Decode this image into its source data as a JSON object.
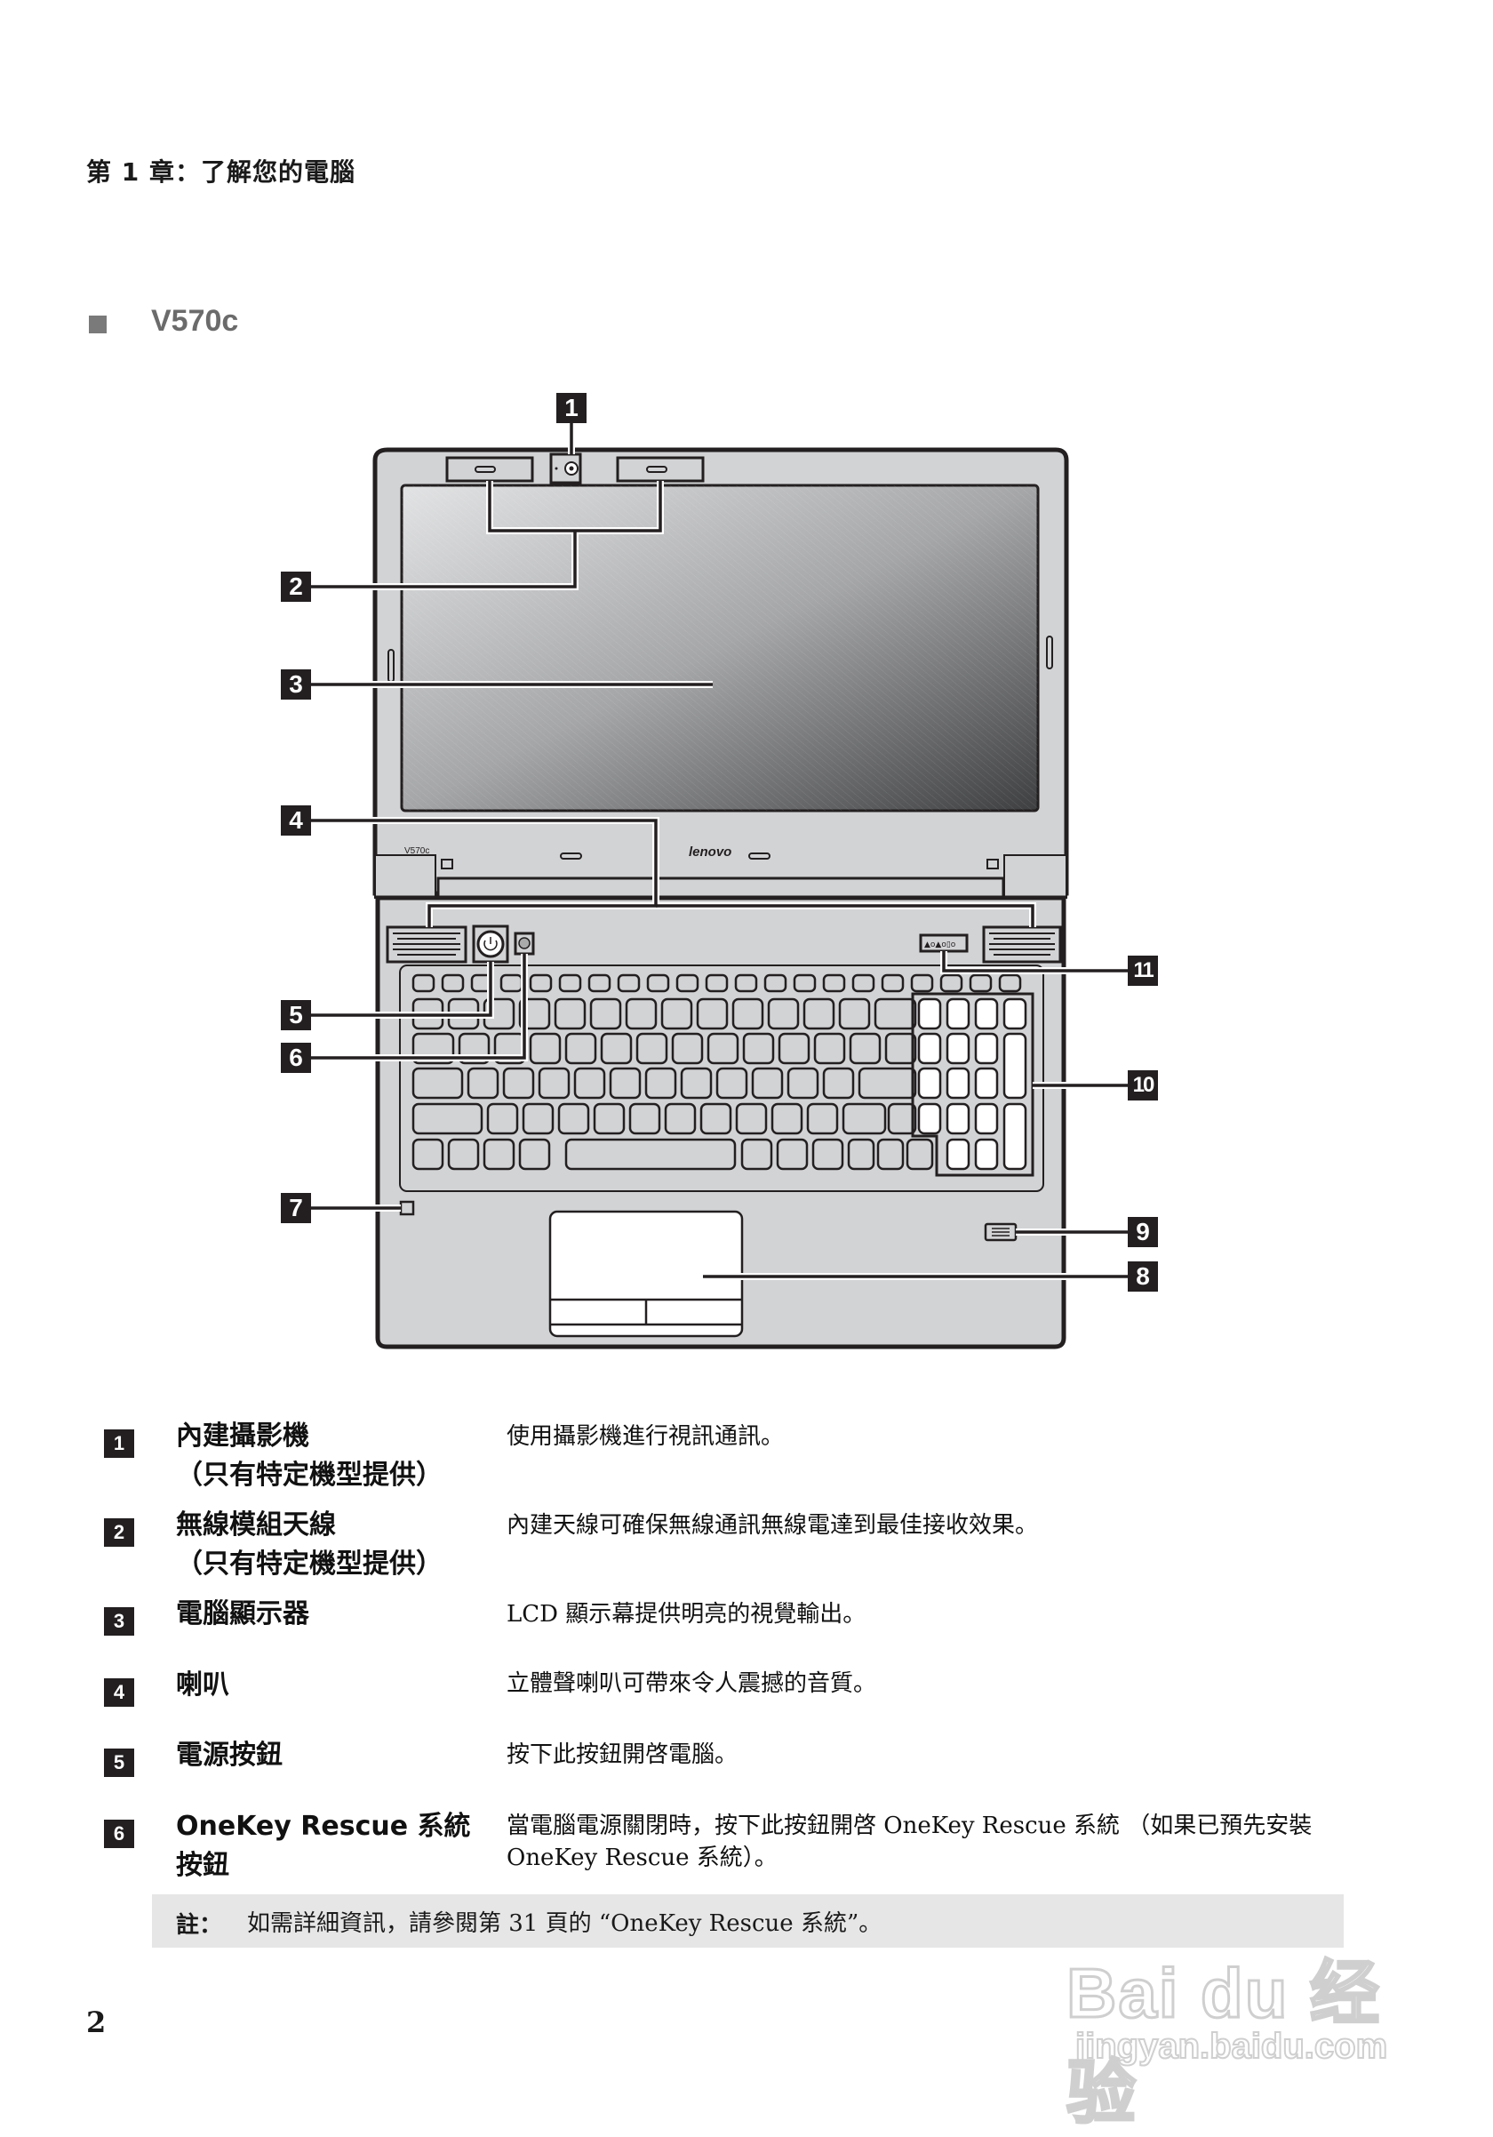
{
  "header": {
    "chapter_title": "第 1 章：了解您的電腦"
  },
  "section": {
    "model": "V570c"
  },
  "diagram": {
    "screen_model_label": "V570c",
    "brand_logo": "lenovo",
    "callouts": [
      {
        "num": "1",
        "target": "integrated-camera"
      },
      {
        "num": "2",
        "target": "wireless-antennas"
      },
      {
        "num": "3",
        "target": "display"
      },
      {
        "num": "4",
        "target": "speakers"
      },
      {
        "num": "5",
        "target": "power-button"
      },
      {
        "num": "6",
        "target": "onekey-rescue-button"
      },
      {
        "num": "7",
        "target": "system-status-indicator"
      },
      {
        "num": "8",
        "target": "touchpad"
      },
      {
        "num": "9",
        "target": "fingerprint-reader"
      },
      {
        "num": "10",
        "target": "numeric-keypad"
      },
      {
        "num": "11",
        "target": "status-indicators"
      }
    ],
    "icons": {
      "power": "power-icon",
      "onekey": "onekey-rescue-icon",
      "indicators": "status-indicators-icon",
      "fingerprint": "fingerprint-reader-icon"
    }
  },
  "components": [
    {
      "num": "1",
      "name_line1": "內建攝影機",
      "name_line2": "（只有特定機型提供）",
      "description": "使用攝影機進行視訊通訊。"
    },
    {
      "num": "2",
      "name_line1": "無線模組天線",
      "name_line2": "（只有特定機型提供）",
      "description": "內建天線可確保無線通訊無線電達到最佳接收效果。"
    },
    {
      "num": "3",
      "name_line1": "電腦顯示器",
      "name_line2": "",
      "description": "LCD 顯示幕提供明亮的視覺輸出。"
    },
    {
      "num": "4",
      "name_line1": "喇叭",
      "name_line2": "",
      "description": "立體聲喇叭可帶來令人震撼的音質。"
    },
    {
      "num": "5",
      "name_line1": "電源按鈕",
      "name_line2": "",
      "description": "按下此按鈕開啓電腦。"
    },
    {
      "num": "6",
      "name_line1": "OneKey Rescue 系統",
      "name_line2": "按鈕",
      "description": "當電腦電源關閉時，按下此按鈕開啓 OneKey Rescue 系統 （如果已預先安裝 OneKey Rescue 系統）。"
    }
  ],
  "note": {
    "label": "註：",
    "text": "如需詳細資訊，請參閱第 31 頁的 “OneKey Rescue 系統”。"
  },
  "footer": {
    "page_number": "2"
  },
  "watermark": {
    "brand": "Bai du 经验",
    "url": "jingyan.baidu.com"
  }
}
